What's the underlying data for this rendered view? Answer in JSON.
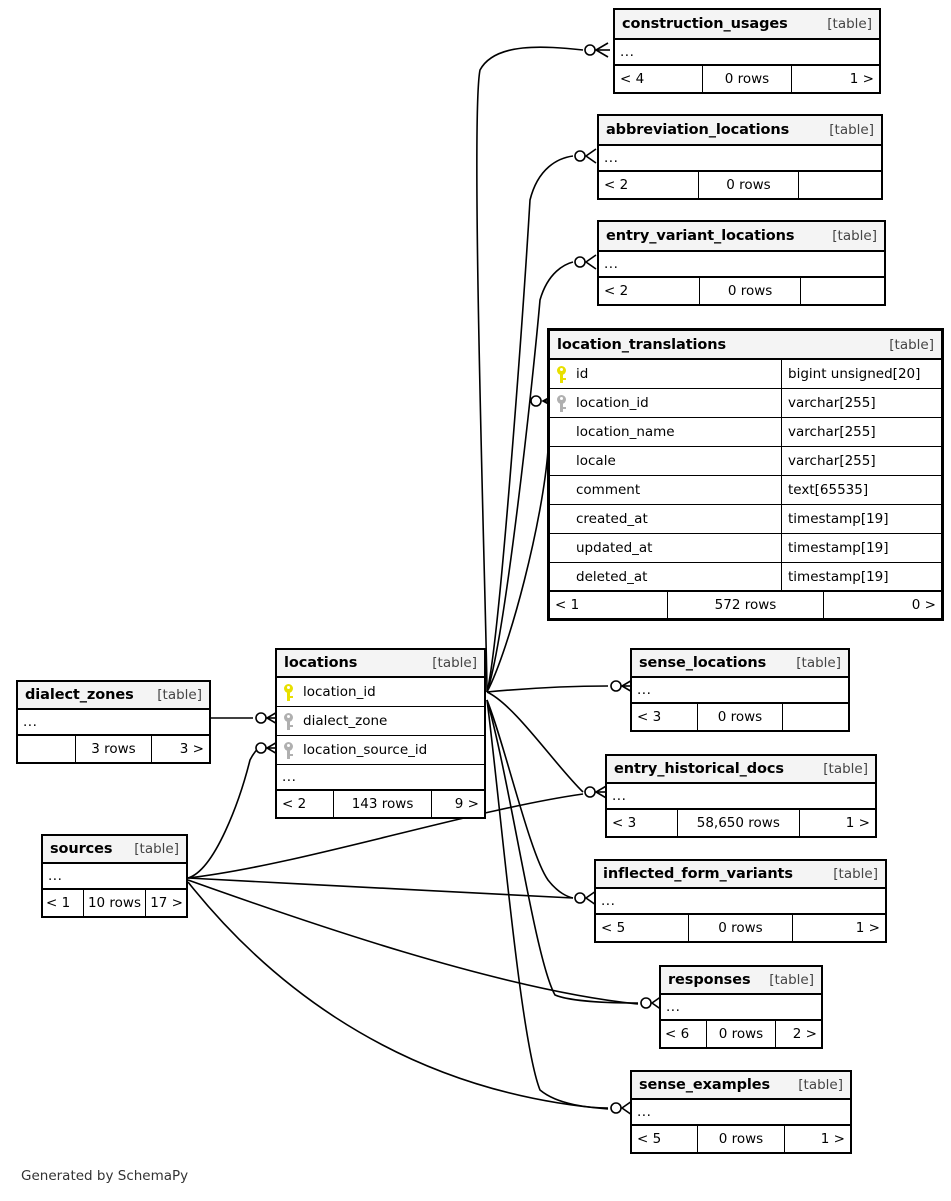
{
  "diagram": {
    "generator_note": "Generated by SchemaPy",
    "table_tag": "[table]",
    "ellipsis": "...",
    "key_colors": {
      "primary": "#e8e000",
      "foreign": "#b0b0b0"
    },
    "line_color": "#000000"
  },
  "tables": [
    {
      "id": "construction_usages",
      "name": "construction_usages",
      "tag": "[table]",
      "ellipsis": "...",
      "footer": {
        "left": "< 4",
        "center": "0 rows",
        "right": "1 >"
      },
      "columns": []
    },
    {
      "id": "abbreviation_locations",
      "name": "abbreviation_locations",
      "tag": "[table]",
      "ellipsis": "...",
      "footer": {
        "left": "< 2",
        "center": "0 rows",
        "right": ""
      },
      "columns": []
    },
    {
      "id": "entry_variant_locations",
      "name": "entry_variant_locations",
      "tag": "[table]",
      "ellipsis": "...",
      "footer": {
        "left": "< 2",
        "center": "0 rows",
        "right": ""
      },
      "columns": []
    },
    {
      "id": "location_translations",
      "name": "location_translations",
      "tag": "[table]",
      "footer": {
        "left": "< 1",
        "center": "572 rows",
        "right": "0 >"
      },
      "columns": [
        {
          "key": "primary",
          "name": "id",
          "type": "bigint unsigned[20]"
        },
        {
          "key": "foreign",
          "name": "location_id",
          "type": "varchar[255]"
        },
        {
          "key": "none",
          "name": "location_name",
          "type": "varchar[255]"
        },
        {
          "key": "none",
          "name": "locale",
          "type": "varchar[255]"
        },
        {
          "key": "none",
          "name": "comment",
          "type": "text[65535]"
        },
        {
          "key": "none",
          "name": "created_at",
          "type": "timestamp[19]"
        },
        {
          "key": "none",
          "name": "updated_at",
          "type": "timestamp[19]"
        },
        {
          "key": "none",
          "name": "deleted_at",
          "type": "timestamp[19]"
        }
      ]
    },
    {
      "id": "locations",
      "name": "locations",
      "tag": "[table]",
      "ellipsis": "...",
      "footer": {
        "left": "< 2",
        "center": "143 rows",
        "right": "9 >"
      },
      "columns": [
        {
          "key": "primary",
          "name": "location_id",
          "type": ""
        },
        {
          "key": "foreign",
          "name": "dialect_zone",
          "type": ""
        },
        {
          "key": "foreign",
          "name": "location_source_id",
          "type": ""
        }
      ]
    },
    {
      "id": "dialect_zones",
      "name": "dialect_zones",
      "tag": "[table]",
      "ellipsis": "...",
      "footer": {
        "left": "",
        "center": "3 rows",
        "right": "3 >"
      },
      "columns": []
    },
    {
      "id": "sources",
      "name": "sources",
      "tag": "[table]",
      "ellipsis": "...",
      "footer": {
        "left": "< 1",
        "center": "10 rows",
        "right": "17 >"
      },
      "columns": []
    },
    {
      "id": "sense_locations",
      "name": "sense_locations",
      "tag": "[table]",
      "ellipsis": "...",
      "footer": {
        "left": "< 3",
        "center": "0 rows",
        "right": ""
      },
      "columns": []
    },
    {
      "id": "entry_historical_docs",
      "name": "entry_historical_docs",
      "tag": "[table]",
      "ellipsis": "...",
      "footer": {
        "left": "< 3",
        "center": "58,650 rows",
        "right": "1 >"
      },
      "columns": []
    },
    {
      "id": "inflected_form_variants",
      "name": "inflected_form_variants",
      "tag": "[table]",
      "ellipsis": "...",
      "footer": {
        "left": "< 5",
        "center": "0 rows",
        "right": "1 >"
      },
      "columns": []
    },
    {
      "id": "responses",
      "name": "responses",
      "tag": "[table]",
      "ellipsis": "...",
      "footer": {
        "left": "< 6",
        "center": "0 rows",
        "right": "2 >"
      },
      "columns": []
    },
    {
      "id": "sense_examples",
      "name": "sense_examples",
      "tag": "[table]",
      "ellipsis": "...",
      "footer": {
        "left": "< 5",
        "center": "0 rows",
        "right": "1 >"
      },
      "columns": []
    }
  ]
}
